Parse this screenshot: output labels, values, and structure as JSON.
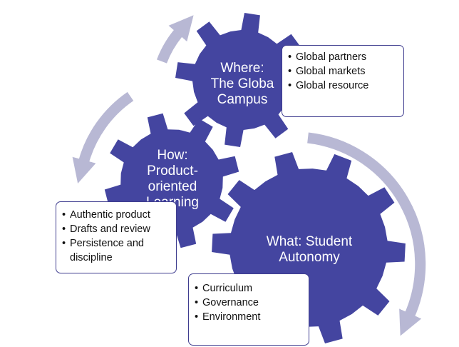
{
  "colors": {
    "gear": "#4445a0",
    "arrow": "#b8b8d4",
    "callout_border": "#3f3d8f",
    "callout_text": "#111111",
    "gear_text": "#ffffff"
  },
  "where": {
    "title_lines": [
      "Where:",
      "The Globa",
      "Campus"
    ],
    "bullets": [
      "Global partners",
      "Global markets",
      "Global resource"
    ]
  },
  "how": {
    "title_lines": [
      "How:",
      "Product-",
      "oriented",
      "Learning"
    ],
    "bullets": [
      "Authentic product",
      "Drafts and review",
      "Persistence and discipline"
    ]
  },
  "what": {
    "title_lines": [
      "What: Student",
      "Autonomy"
    ],
    "bullets": [
      "Curriculum",
      "Governance",
      "Environment"
    ]
  },
  "icons": {
    "gear_shape": "gear-icon",
    "cycle_arrow": "curved-arrow-icon"
  }
}
